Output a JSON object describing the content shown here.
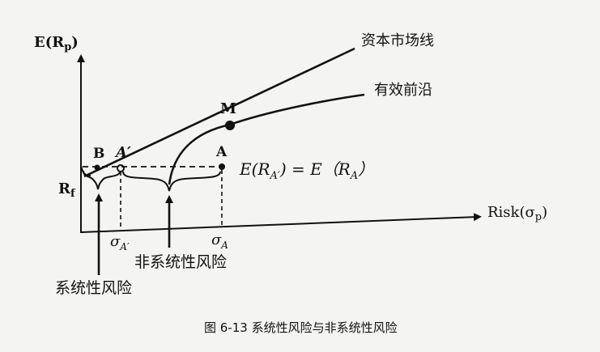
{
  "colors": {
    "ink": "#111111",
    "paper": "#f4f4f2"
  },
  "diagram": {
    "axes": {
      "y_label_main": "E(R",
      "y_label_sub": "p",
      "y_label_close": ")",
      "x_label_main": "Risk(σ",
      "x_label_sub": "p",
      "x_label_close": ")"
    },
    "curves": {
      "cml": "资本市场线",
      "frontier": "有效前沿"
    },
    "points": {
      "m": "M",
      "b": "B",
      "a_prime": "A′",
      "a": "A",
      "rf_main": "R",
      "rf_sub": "f"
    },
    "equation": {
      "lhs": "E(R",
      "lhs_sub": "A′",
      "mid": ") = E（R",
      "rhs_sub": "A",
      "rhs_close": "）"
    },
    "ticks": {
      "sigma_a_prime_main": "σ",
      "sigma_a_prime_sub": "A′",
      "sigma_a_main": "σ",
      "sigma_a_sub": "A"
    },
    "risks": {
      "nonsystematic": "非系统性风险",
      "systematic": "系统性风险"
    },
    "caption": "图 6-13  系统性风险与非系统性风险"
  }
}
